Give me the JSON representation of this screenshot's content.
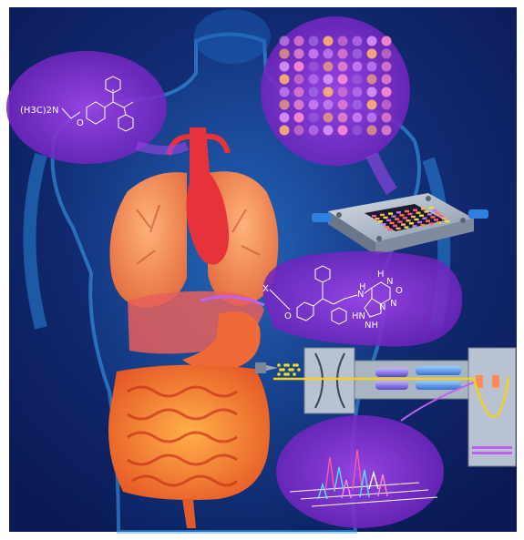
{
  "molecule_top": {
    "substituent": "(H3C)2N",
    "atom_O": "O"
  },
  "molecule_right": {
    "atom_X": "X",
    "atom_O": "O",
    "atom_N1": "N",
    "atom_H1": "H",
    "atom_H2": "H",
    "atom_N2": "N",
    "atom_O2": "O",
    "ring_HN": "HN",
    "ring_N": "N",
    "ring_NH": "NH",
    "atom_N3": "N"
  },
  "colors": {
    "background": "#0b1d5c",
    "body_glow": "#1d78c8",
    "bubble": "#7a2bd0",
    "lungs": "#f08a4e",
    "intestine": "#f06a2a",
    "chip": "#a9b4c3",
    "fiber": "#f2d21c"
  },
  "array_colors": [
    "#e8a0ff",
    "#c77af0",
    "#f08ac8",
    "#ffb070",
    "#a068e0",
    "#ff8ad0"
  ]
}
